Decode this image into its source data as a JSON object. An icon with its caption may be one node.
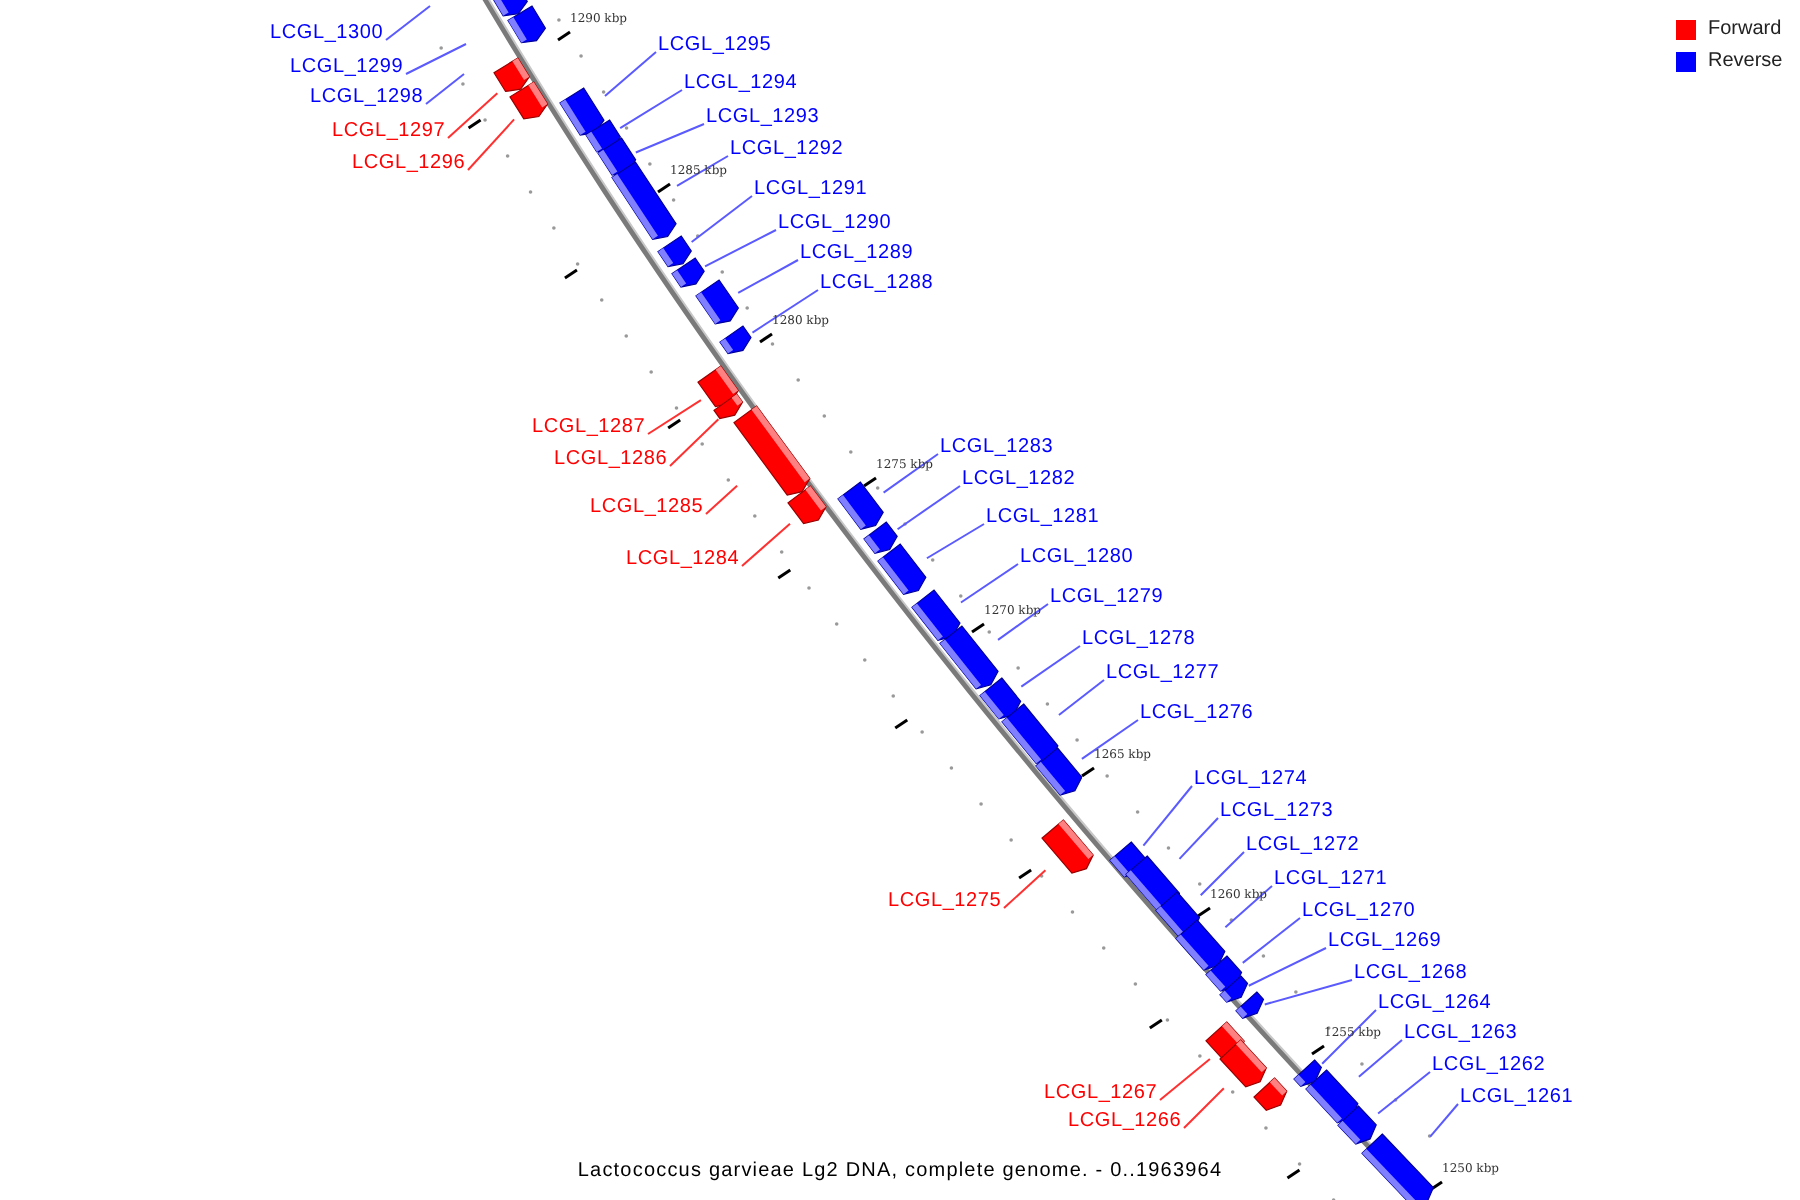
{
  "diagram": {
    "caption": "Lactococcus garvieae Lg2 DNA, complete genome. - 0..1963964",
    "nodes": [
      {
        "text": [
          "LCGL_1300"
        ]
      },
      {
        "text": [
          "LCGL_1299"
        ]
      },
      {
        "text": [
          "LCGL_1298"
        ]
      },
      {
        "text": [
          "LCGL_1297"
        ]
      },
      {
        "text": [
          "LCGL_1296"
        ]
      },
      {
        "text": [
          "LCGL_1295"
        ]
      },
      {
        "text": [
          "LCGL_1294"
        ]
      },
      {
        "text": [
          "LCGL_1293"
        ]
      },
      {
        "text": [
          "LCGL_1292"
        ]
      },
      {
        "text": [
          "LCGL_1291"
        ]
      },
      {
        "text": [
          "LCGL_1290"
        ]
      },
      {
        "text": [
          "LCGL_1289"
        ]
      },
      {
        "text": [
          "LCGL_1288"
        ]
      },
      {
        "text": [
          "LCGL_1287"
        ]
      },
      {
        "text": [
          "LCGL_1286"
        ]
      },
      {
        "text": [
          "LCGL_1285"
        ]
      },
      {
        "text": [
          "LCGL_1284"
        ]
      },
      {
        "text": [
          "LCGL_1283"
        ]
      },
      {
        "text": [
          "LCGL_1282"
        ]
      },
      {
        "text": [
          "LCGL_1281"
        ]
      },
      {
        "text": [
          "LCGL_1280"
        ]
      },
      {
        "text": [
          "LCGL_1279"
        ]
      },
      {
        "text": [
          "LCGL_1278"
        ]
      },
      {
        "text": [
          "LCGL_1277"
        ]
      },
      {
        "text": [
          "LCGL_1276"
        ]
      },
      {
        "text": [
          "LCGL_1275"
        ]
      },
      {
        "text": [
          "LCGL_1274"
        ]
      },
      {
        "text": [
          "LCGL_1273"
        ]
      },
      {
        "text": [
          "LCGL_1272"
        ]
      },
      {
        "text": [
          "LCGL_1271"
        ]
      },
      {
        "text": [
          "LCGL_1270"
        ]
      },
      {
        "text": [
          "LCGL_1269"
        ]
      },
      {
        "text": [
          "LCGL_1268"
        ]
      },
      {
        "text": [
          "LCGL_1264"
        ]
      },
      {
        "text": [
          "LCGL_1263"
        ]
      },
      {
        "text": [
          "LCGL_1262"
        ]
      },
      {
        "text": [
          "LCGL_1261"
        ]
      },
      {
        "text": [
          "LCGL_1267"
        ]
      },
      {
        "text": [
          "LCGL_1266"
        ]
      },
      {
        "text": [],
        "shape": "bar"
      },
      {
        "text": [],
        "shape": "bar"
      },
      {
        "text": [],
        "shape": "bar"
      },
      {
        "text": [],
        "shape": "bar"
      },
      {
        "text": [],
        "shape": "bar"
      },
      {
        "text": [],
        "shape": "bar"
      },
      {
        "text": [],
        "shape": "bar"
      },
      {
        "text": [],
        "shape": "bar"
      },
      {
        "text": [],
        "shape": "bar"
      },
      {
        "text": [],
        "shape": "bar"
      },
      {
        "text": [],
        "shape": "bar"
      },
      {
        "text": [],
        "shape": "bar"
      },
      {
        "text": [],
        "shape": "bar"
      },
      {
        "text": [],
        "shape": "bar"
      },
      {
        "text": [],
        "shape": "bar"
      },
      {
        "text": [],
        "shape": "bar"
      },
      {
        "text": [],
        "shape": "bar"
      },
      {
        "text": [],
        "shape": "bar"
      },
      {
        "text": [],
        "shape": "bar"
      },
      {
        "text": [],
        "shape": "bar"
      },
      {
        "text": [],
        "shape": "bar"
      },
      {
        "text": [],
        "shape": "bar"
      },
      {
        "text": [],
        "shape": "bar"
      },
      {
        "text": [],
        "shape": "bar"
      },
      {
        "text": [],
        "shape": "bar"
      },
      {
        "text": [],
        "shape": "bar"
      },
      {
        "text": [],
        "shape": "bar"
      },
      {
        "text": [],
        "shape": "bar"
      },
      {
        "text": [],
        "shape": "bar"
      },
      {
        "text": [],
        "shape": "bar"
      },
      {
        "text": [],
        "shape": "bar"
      },
      {
        "text": [],
        "shape": "bar"
      },
      {
        "text": [],
        "shape": "bar"
      },
      {
        "text": [],
        "shape": "bar"
      },
      {
        "text": [],
        "shape": "bar"
      },
      {
        "text": [],
        "shape": "bar"
      },
      {
        "text": [],
        "shape": "bar"
      },
      {
        "text": [],
        "shape": "bar"
      },
      {
        "text": [],
        "shape": "bar"
      }
    ],
    "edges": [
      {
        "from": 0,
        "to": null,
        "arrow": "none"
      },
      {
        "from": 1,
        "to": null,
        "arrow": "none"
      },
      {
        "from": 2,
        "to": null,
        "arrow": "none"
      },
      {
        "from": 3,
        "to": 39,
        "arrow": "none",
        "color": "#ff3030"
      },
      {
        "from": 4,
        "to": 40,
        "arrow": "none",
        "color": "#ff3030"
      },
      {
        "from": 5,
        "to": 41,
        "arrow": "none"
      },
      {
        "from": 6,
        "to": 42,
        "arrow": "none"
      },
      {
        "from": 7,
        "to": 43,
        "arrow": "none"
      },
      {
        "from": 8,
        "to": 44,
        "arrow": "none"
      },
      {
        "from": 9,
        "to": 45,
        "arrow": "none"
      },
      {
        "from": 10,
        "to": 46,
        "arrow": "none"
      },
      {
        "from": 11,
        "to": 47,
        "arrow": "none"
      },
      {
        "from": 12,
        "to": 48,
        "arrow": "none"
      },
      {
        "from": 13,
        "to": 49,
        "arrow": "none",
        "color": "#ff3030"
      },
      {
        "from": 14,
        "to": 50,
        "arrow": "none",
        "color": "#ff3030"
      },
      {
        "from": 15,
        "to": 51,
        "arrow": "none",
        "color": "#ff3030"
      },
      {
        "from": 16,
        "to": 52,
        "arrow": "none",
        "color": "#ff3030"
      },
      {
        "from": 17,
        "to": 53,
        "arrow": "none"
      },
      {
        "from": 18,
        "to": 54,
        "arrow": "none"
      },
      {
        "from": 19,
        "to": 55,
        "arrow": "none"
      },
      {
        "from": 20,
        "to": 56,
        "arrow": "none"
      },
      {
        "from": 21,
        "to": 57,
        "arrow": "none"
      },
      {
        "from": 22,
        "to": 58,
        "arrow": "none"
      },
      {
        "from": 23,
        "to": 59,
        "arrow": "none"
      },
      {
        "from": 24,
        "to": 60,
        "arrow": "none"
      },
      {
        "from": 25,
        "to": 61,
        "arrow": "none",
        "color": "#ff3030"
      },
      {
        "from": 26,
        "to": 62,
        "arrow": "none"
      },
      {
        "from": 27,
        "to": 63,
        "arrow": "none"
      },
      {
        "from": 28,
        "to": 64,
        "arrow": "none"
      },
      {
        "from": 29,
        "to": 65,
        "arrow": "none"
      },
      {
        "from": 30,
        "to": 66,
        "arrow": "none"
      },
      {
        "from": 31,
        "to": 67,
        "arrow": "none"
      },
      {
        "from": 32,
        "to": 68,
        "arrow": "none"
      },
      {
        "from": 33,
        "to": 69,
        "arrow": "none"
      },
      {
        "from": 34,
        "to": 70,
        "arrow": "none"
      },
      {
        "from": 35,
        "to": 71,
        "arrow": "none"
      },
      {
        "from": 36,
        "to": 72,
        "arrow": "none"
      },
      {
        "from": 37,
        "to": 73,
        "arrow": "none",
        "color": "#ff3030"
      },
      {
        "from": 38,
        "to": 74,
        "arrow": "none",
        "color": "#ff3030"
      }
    ],
    "labels": [
      "1290 kbp",
      "1285 kbp",
      "1280 kbp",
      "1275 kbp",
      "1270 kbp",
      "1265 kbp",
      "1260 kbp",
      "1255 kbp",
      "1250 kbp"
    ],
    "legend": [
      {
        "text": "Forward",
        "color": "#ff0000"
      },
      {
        "text": "Reverse",
        "color": "#0000ff"
      }
    ]
  }
}
